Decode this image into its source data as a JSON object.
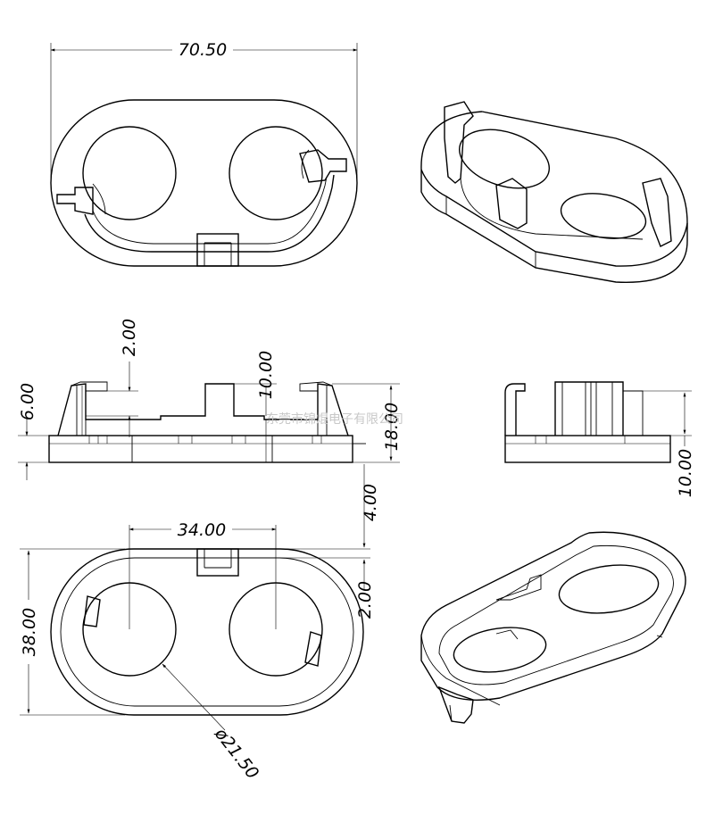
{
  "dimensions": {
    "overall_length": "70.50",
    "height_pin": "2.00",
    "height_body": "10.00",
    "height_side": "6.00",
    "height_total": "18.00",
    "side_height": "10.00",
    "gap_top": "4.00",
    "center_distance": "34.00",
    "width": "38.00",
    "offset": "2.00",
    "cell_diameter": "ø21.50"
  },
  "watermark": "东莞市锦焜电子有限公司"
}
